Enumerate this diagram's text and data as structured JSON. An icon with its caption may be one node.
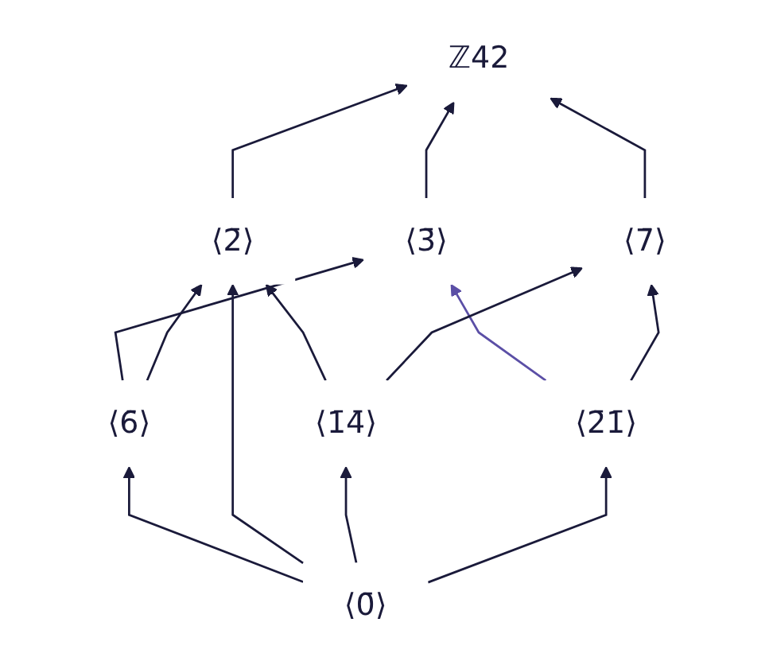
{
  "diagram": {
    "nodes": [
      {
        "text": [
          "ℤ42"
        ]
      },
      {
        "text": [
          "⟨3̄⟩"
        ]
      },
      {
        "text": [
          "⟨7̄⟩"
        ]
      },
      {
        "text": [
          "⟨2̄⟩"
        ]
      },
      {
        "text": [
          "⟨1̄4̄⟩"
        ]
      },
      {
        "text": [
          "⟨6̄⟩"
        ]
      },
      {
        "text": [
          "⟨2̄1̄⟩"
        ]
      },
      {
        "text": [
          "⟨0̄⟩"
        ]
      }
    ],
    "edges": [
      {
        "from": 1,
        "to": 0,
        "arrow": "to"
      },
      {
        "from": 3,
        "to": 0,
        "arrow": "to"
      },
      {
        "from": 2,
        "to": 0,
        "arrow": "to"
      },
      {
        "from": 5,
        "to": 1,
        "arrow": "to"
      },
      {
        "from": 6,
        "to": 1,
        "arrow": "to",
        "color": "#5b4fa6"
      },
      {
        "from": 5,
        "to": 3,
        "arrow": "to"
      },
      {
        "from": 4,
        "to": 3,
        "arrow": "to"
      },
      {
        "from": 4,
        "to": 2,
        "arrow": "to"
      },
      {
        "from": 6,
        "to": 2,
        "arrow": "to"
      },
      {
        "from": 7,
        "to": 5,
        "arrow": "to"
      },
      {
        "from": 7,
        "to": 3,
        "arrow": "to"
      },
      {
        "from": 7,
        "to": 4,
        "arrow": "to"
      },
      {
        "from": 7,
        "to": 6,
        "arrow": "to"
      }
    ]
  }
}
